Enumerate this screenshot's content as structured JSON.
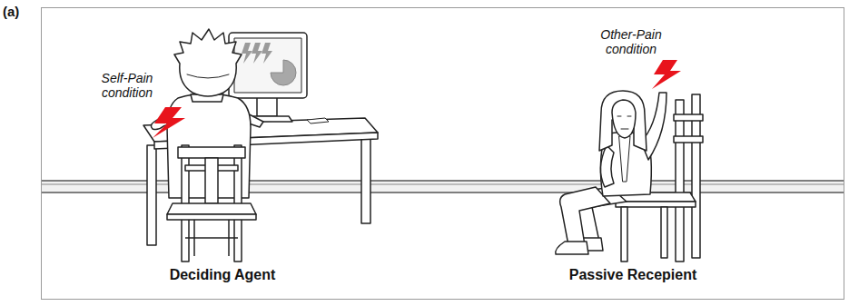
{
  "diagram": {
    "labels": [
      "(a)",
      "Self-Pain condition",
      "Other-Pain condition",
      "Deciding Agent",
      "Passive Recepient"
    ]
  }
}
